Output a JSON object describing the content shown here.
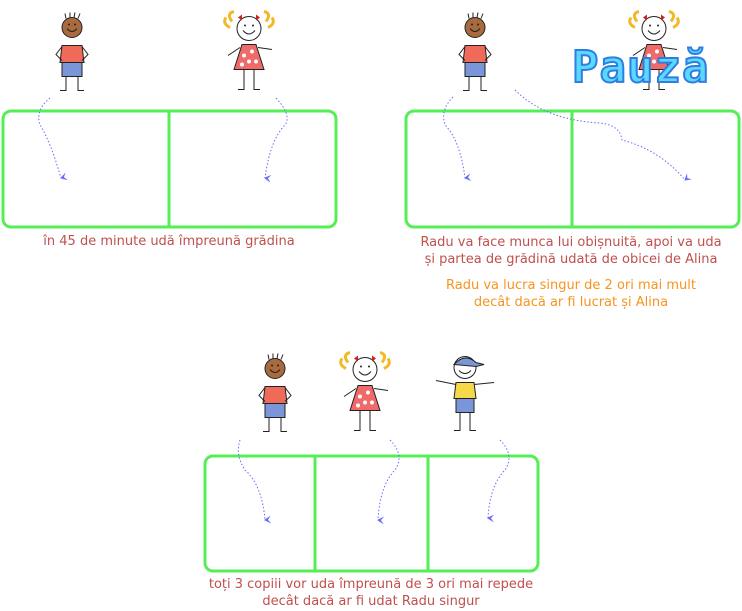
{
  "panels": [
    {
      "captions": [
        "în 45 de minute udă împreună grădina"
      ],
      "children": [
        "boy",
        "girl"
      ]
    },
    {
      "badge": "Pauză",
      "captions": [
        "Radu va face munca lui obișnuită, apoi va uda",
        "și partea de grădină udată de obicei de Alina"
      ],
      "note": [
        "Radu va lucra singur de 2 ori mai mult",
        "decât dacă ar fi lucrat și Alina"
      ],
      "children": [
        "boy",
        "girl"
      ]
    },
    {
      "captions": [
        "toți 3 copiii vor uda împreună de 3 ori mai repede",
        "decât dacă ar fi udat Radu singur"
      ],
      "children": [
        "boy",
        "girl",
        "cap-boy"
      ]
    }
  ],
  "colors": {
    "box": "#55ee55",
    "caption": "#c0504d",
    "note": "#f7941d",
    "arrow": "#6a6aff",
    "badge": "#5ad8ff"
  }
}
